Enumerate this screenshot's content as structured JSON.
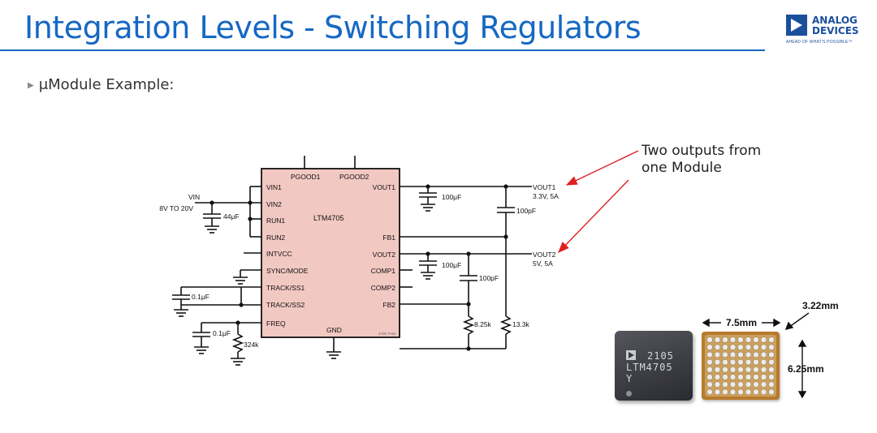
{
  "slide": {
    "title": "Integration Levels - Switching Regulators",
    "bullet": "μModule Example:",
    "logo": {
      "line1": "ANALOG",
      "line2": "DEVICES",
      "tagline": "AHEAD OF WHAT'S POSSIBLE™"
    }
  },
  "callout": {
    "line1": "Two outputs from",
    "line2": "one Module"
  },
  "schematic": {
    "ic_name": "LTM4705",
    "top_pins": [
      "PGOOD1",
      "PGOOD2"
    ],
    "left_pins": [
      "VIN1",
      "VIN2",
      "RUN1",
      "RUN2",
      "INTVCC",
      "SYNC/MODE",
      "TRACK/SS1",
      "TRACK/SS2",
      "FREQ"
    ],
    "right_pins": [
      "VOUT1",
      "FB1",
      "VOUT2",
      "COMP1",
      "COMP2",
      "FB2"
    ],
    "gnd_pin": "GND",
    "vin_label": "VIN",
    "vin_range": "8V TO 20V",
    "vout1_label": "VOUT1",
    "vout1_spec": "3.3V, 5A",
    "vout2_label": "VOUT2",
    "vout2_spec": "5V, 5A",
    "components": {
      "cin": "44μF",
      "cout1": "100μF",
      "cout2": "100μF",
      "cff1": "100pF",
      "cff2": "100pF",
      "css1": "0.1μF",
      "css2": "0.1μF",
      "rfreq": "324k",
      "rfb1": "8.25k",
      "rfb2": "13.3k"
    },
    "figure_id": "4705 TA01"
  },
  "package": {
    "marking_code": "2105",
    "marking_part": "LTM4705",
    "marking_extra": "Y",
    "width": "7.5mm",
    "height": "6.25mm",
    "thickness": "3.22mm"
  },
  "colors": {
    "title_blue": "#1668c4",
    "ic_fill": "#f2c8c2",
    "arrow_red": "#e02020"
  }
}
